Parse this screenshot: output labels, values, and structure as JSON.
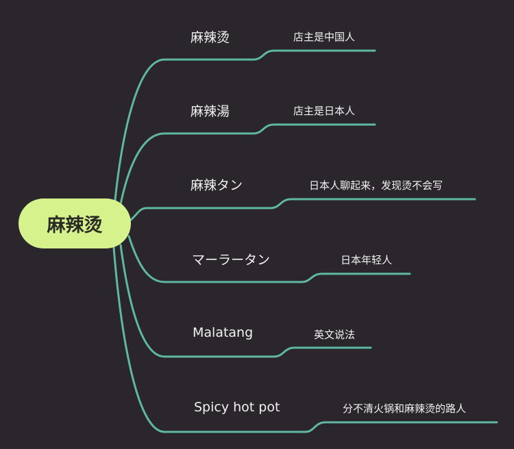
{
  "colors": {
    "background": "#2a262c",
    "line": "#5fb9a2",
    "root_fill": "#d5f28c"
  },
  "root": {
    "label": "麻辣烫"
  },
  "branches": [
    {
      "label": "麻辣烫",
      "note": "店主是中国人"
    },
    {
      "label": "麻辣湯",
      "note": "店主是日本人"
    },
    {
      "label": "麻辣タン",
      "note": "日本人聊起来，发现烫不会写"
    },
    {
      "label": "マーラータン",
      "note": "日本年轻人"
    },
    {
      "label": "Malatang",
      "note": "英文说法"
    },
    {
      "label": "Spicy hot pot",
      "note": "分不清火锅和麻辣烫的路人"
    }
  ]
}
